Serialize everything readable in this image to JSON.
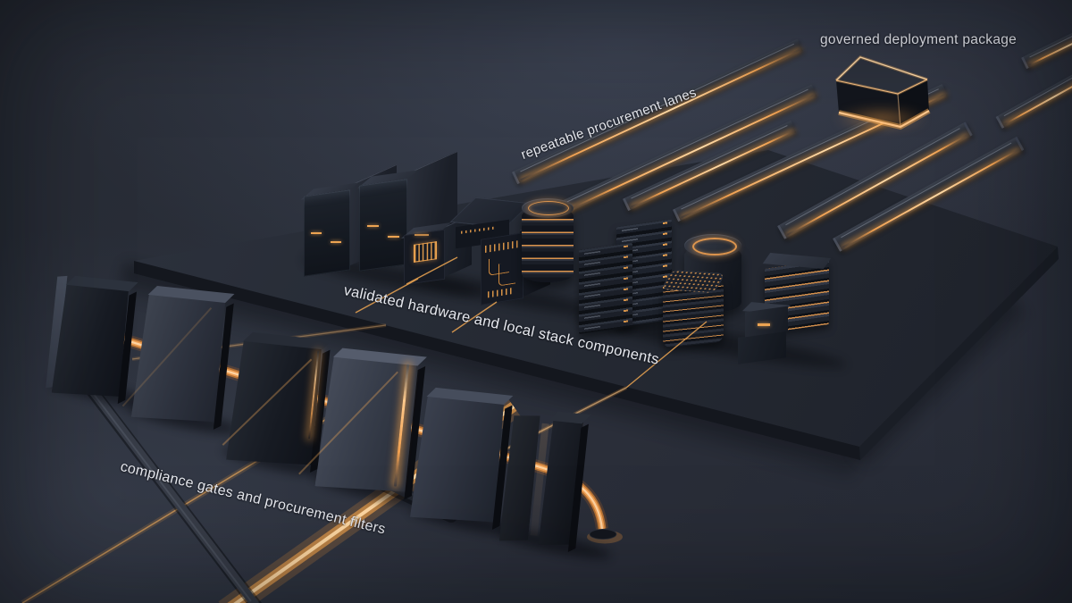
{
  "labels": {
    "deployment_package": "governed deployment package",
    "procurement_lanes": "repeatable procurement lanes",
    "hardware_components": "validated hardware and local stack components",
    "compliance_gates": "compliance gates and procurement filters"
  },
  "palette": {
    "background": "#2b303b",
    "platform_top": "#262b35",
    "object_dark": "#14171e",
    "accent_orange": "#f0a050",
    "glow_warm": "#ffd9a4",
    "label_text": "#e6e8ee"
  },
  "structure": {
    "lane_count": 8,
    "gate_count": 6,
    "hardware_item_count": 11
  }
}
